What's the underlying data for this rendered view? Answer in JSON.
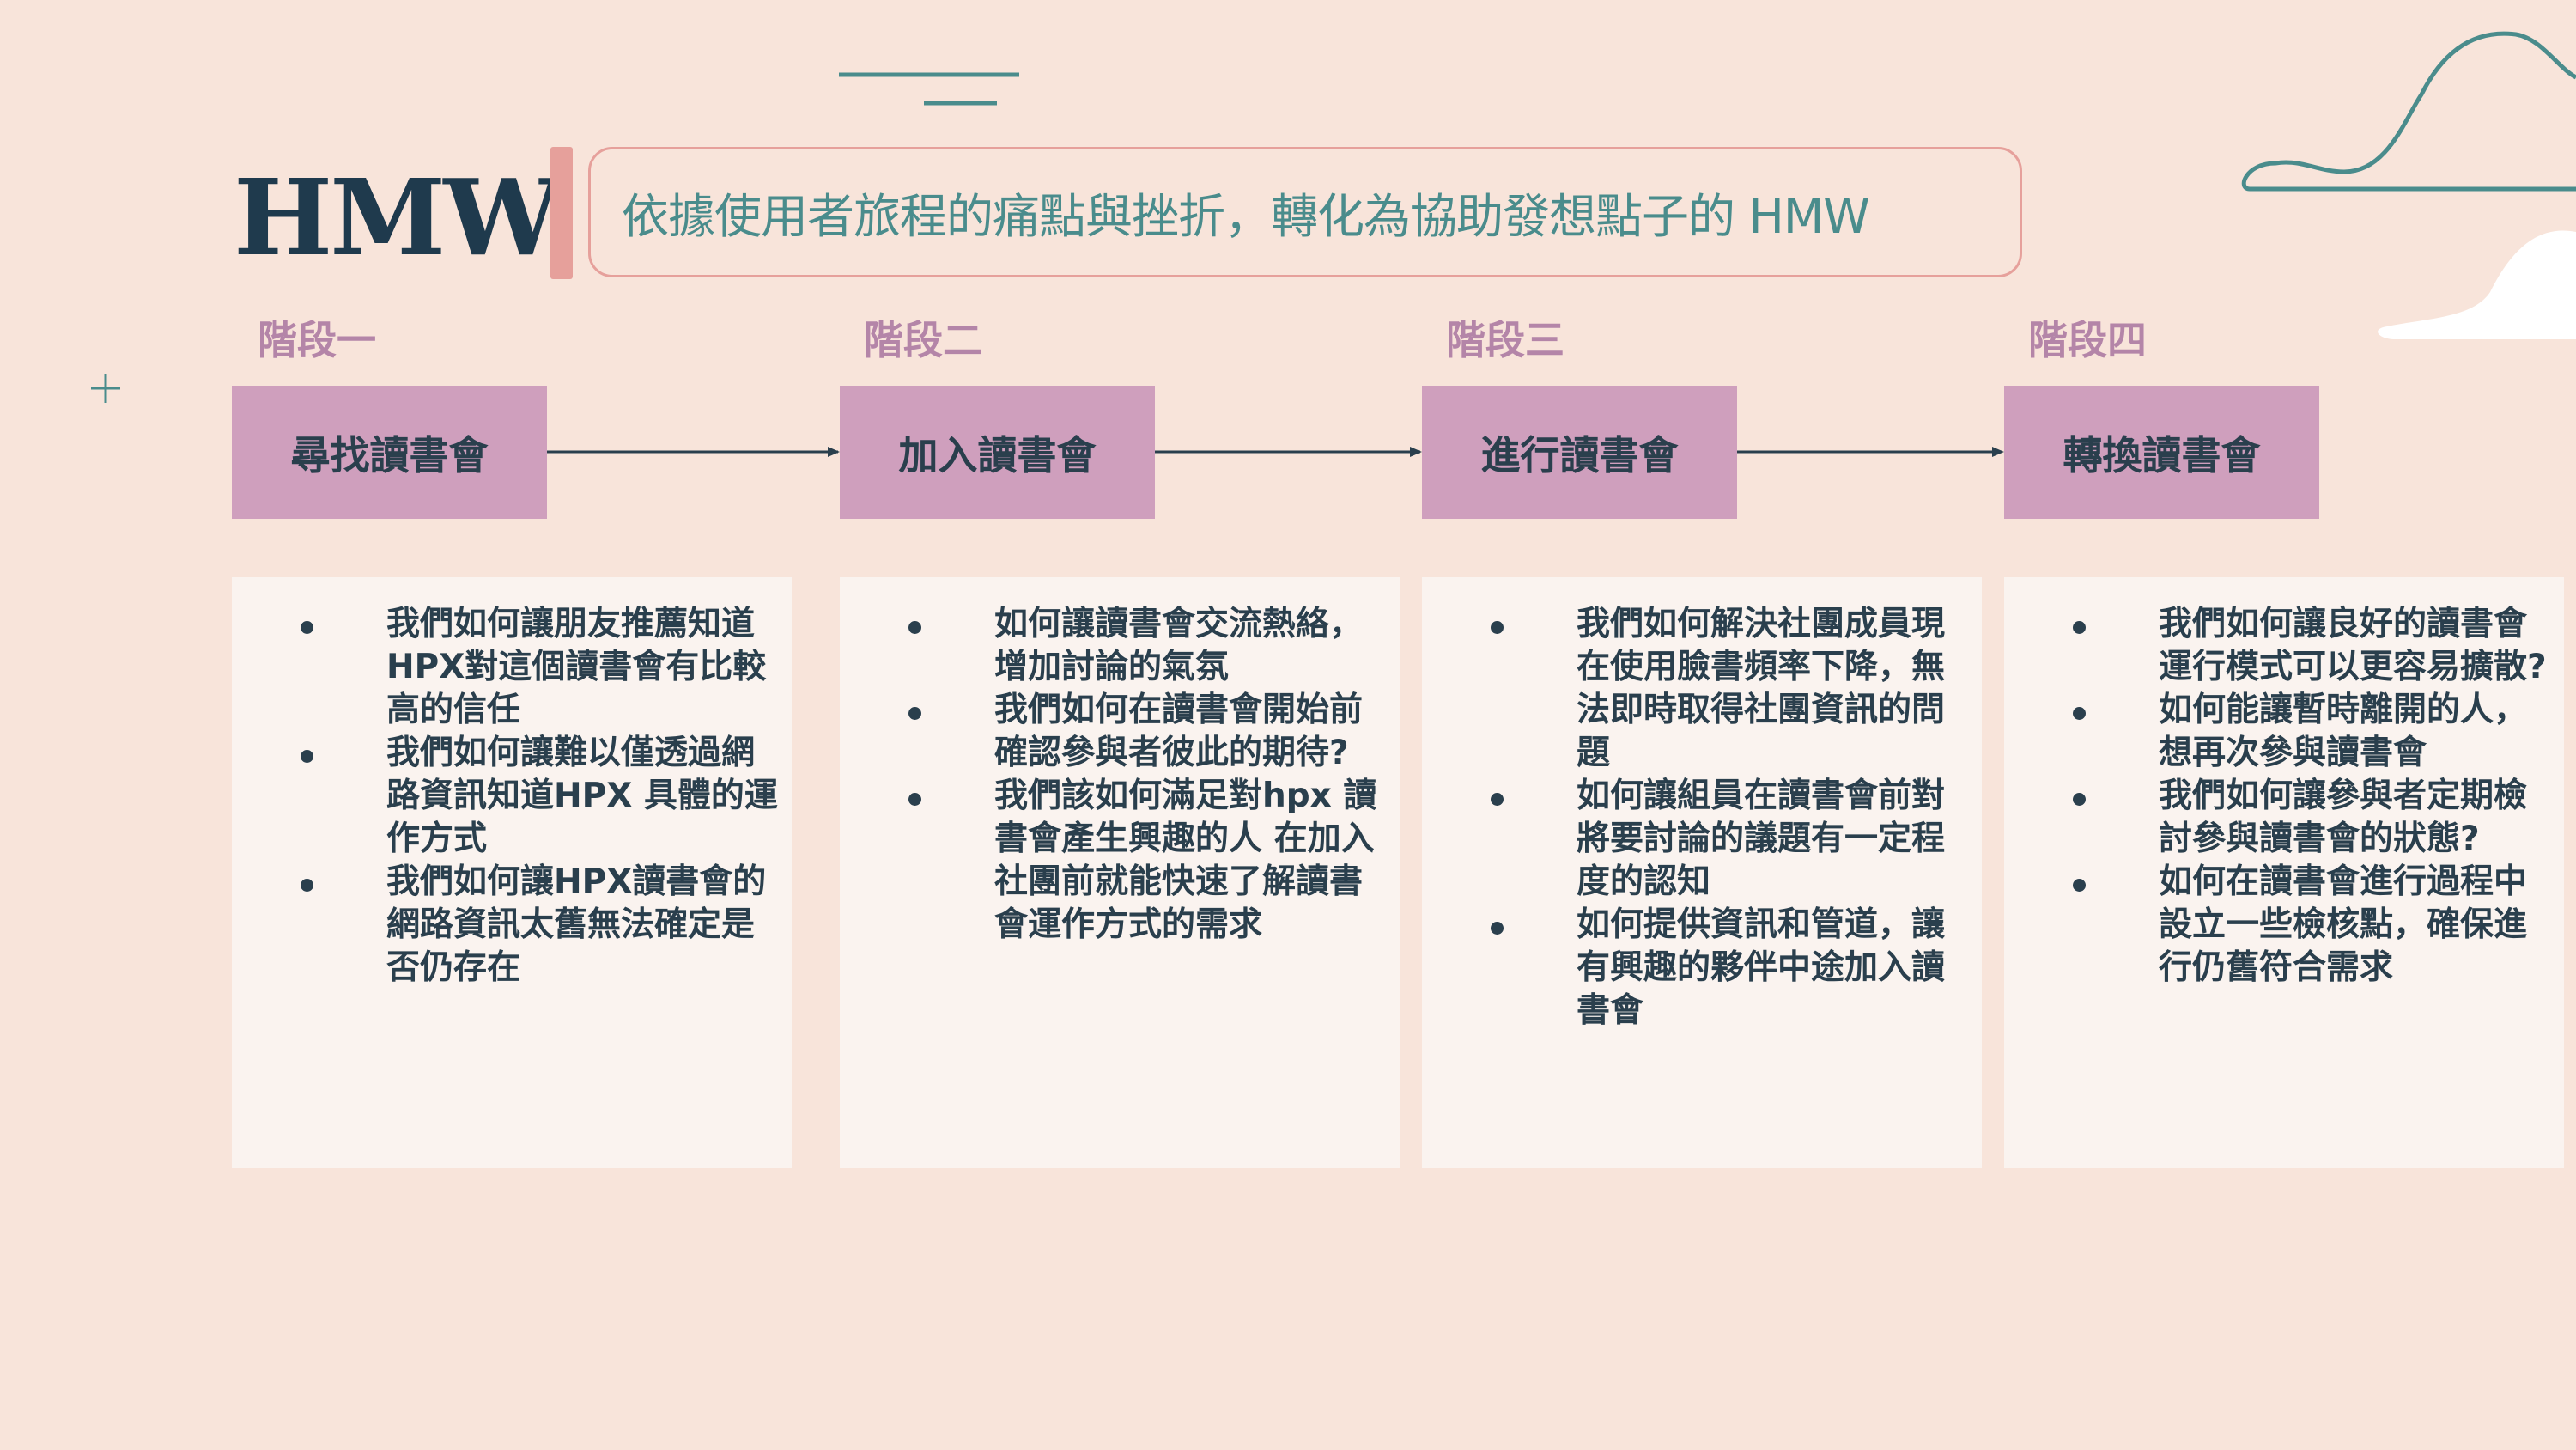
{
  "header": {
    "title": "HMW",
    "subtitle": "依據使用者旅程的痛點與挫折，轉化為協助發想點子的 HMW"
  },
  "colors": {
    "background": "#f8e4da",
    "title": "#1f3a4d",
    "accent": "#e6a09b",
    "subtitle": "#4a8c8c",
    "stage_label": "#b485a8",
    "stage_box": "#cf9fbd",
    "card": "#faf3ef",
    "text": "#2a3f4d",
    "decor_teal": "#4a8c8c"
  },
  "stages": [
    {
      "label": "階段一",
      "name": "尋找讀書會",
      "items": [
        "我們如何讓朋友推薦知道HPX對這個讀書會有比較高的信任",
        "我們如何讓難以僅透過網路資訊知道HPX 具體的運作方式",
        "我們如何讓HPX讀書會的網路資訊太舊無法確定是否仍存在"
      ]
    },
    {
      "label": "階段二",
      "name": "加入讀書會",
      "items": [
        "如何讓讀書會交流熱絡，增加討論的氣氛",
        "我們如何在讀書會開始前確認參與者彼此的期待?",
        "我們該如何滿足對hpx 讀書會產生興趣的人 在加入社團前就能快速了解讀書會運作方式的需求"
      ]
    },
    {
      "label": "階段三",
      "name": "進行讀書會",
      "items": [
        "我們如何解決社團成員現在使用臉書頻率下降，無法即時取得社團資訊的問題",
        "如何讓組員在讀書會前對將要討論的議題有一定程度的認知",
        "如何提供資訊和管道，讓有興趣的夥伴中途加入讀書會"
      ]
    },
    {
      "label": "階段四",
      "name": "轉換讀書會",
      "items": [
        "我們如何讓良好的讀書會運行模式可以更容易擴散?",
        "如何能讓暫時離開的人，想再次參與讀書會",
        "我們如何讓參與者定期檢討參與讀書會的狀態?",
        "如何在讀書會進行過程中設立一些檢核點，確保進行仍舊符合需求"
      ]
    }
  ],
  "decorations": {
    "plus_icon": "plus-icon",
    "cloud_icon": "cloud-outline-icon"
  }
}
